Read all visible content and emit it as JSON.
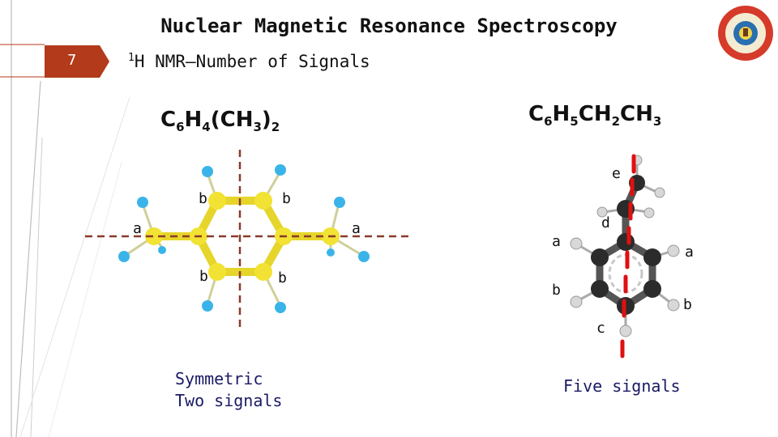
{
  "slide": {
    "number": "7",
    "title": "Nuclear Magnetic Resonance Spectroscopy",
    "subtitle_sup": "1",
    "subtitle": "H NMR—Number of Signals"
  },
  "left_molecule": {
    "formula_parts": [
      "C",
      "6",
      "H",
      "4",
      "(CH",
      "3",
      ")",
      "2"
    ],
    "labels": {
      "b1": "b",
      "b2": "b",
      "a1": "a",
      "a2": "a",
      "b3": "b",
      "b4": "b"
    },
    "caption_line1": "Symmetric",
    "caption_line2": "Two signals"
  },
  "right_molecule": {
    "formula_parts": [
      "C",
      "6",
      "H",
      "5",
      "CH",
      "2",
      "CH",
      "3"
    ],
    "labels": {
      "e": "e",
      "d": "d",
      "a1": "a",
      "a2": "a",
      "b1": "b",
      "b2": "b",
      "c": "c"
    },
    "caption": "Five signals"
  },
  "colors": {
    "accent": "#b33a1a",
    "carbon_yellow": "#f2e233",
    "hydrogen_blue": "#3ab4e8",
    "carbon_dark": "#2b2b2b",
    "hydrogen_grey": "#d8d8d8",
    "axis_dashed": "#8a3a2a",
    "axis_red": "#e01010"
  },
  "logo_icon": "university-seal-icon"
}
